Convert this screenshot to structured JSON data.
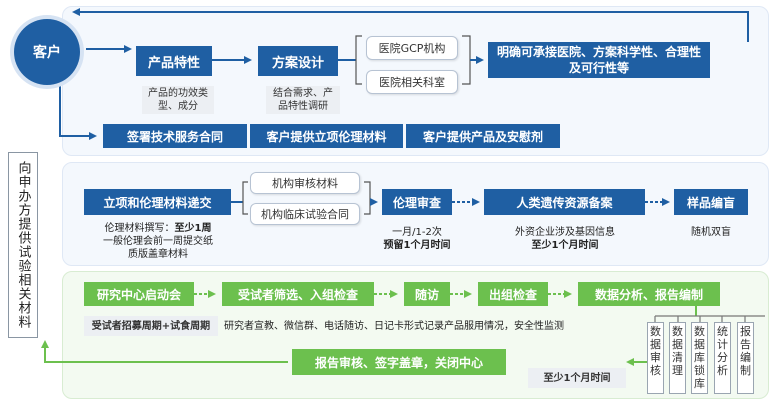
{
  "customer": "客户",
  "side_label": "向申办方提供试验相关材料",
  "panel1": {
    "product_features": "产品特性",
    "product_features_note": "产品的功效类型、成分",
    "plan_design": "方案设计",
    "plan_design_note": "结合需求、产品特性调研",
    "hospital_gcp": "医院GCP机构",
    "hospital_dept": "医院相关科室",
    "clarify": "明确可承接医院、方案科学性、合理性及可行性等",
    "contract": "签署技术服务合同",
    "ethics_materials": "客户提供立项伦理材料",
    "products_placebo": "客户提供产品及安慰剂"
  },
  "panel2": {
    "submit": "立项和伦理材料递交",
    "inst_review": "机构审核材料",
    "inst_contract": "机构临床试验合同",
    "submit_note_prefix": "伦理材料撰写：",
    "submit_note_bold": "至少1周",
    "submit_note_rest": "一般伦理会前一周提交纸质版盖章材料",
    "ethics_review": "伦理审查",
    "ethics_note1": "一月/1-2次",
    "ethics_note2": "预留1个月时间",
    "genetic": "人类遗传资源备案",
    "genetic_note1": "外资企业涉及基因信息",
    "genetic_note2": "至少1个月时间",
    "sample": "样品编盲",
    "sample_note": "随机双盲"
  },
  "panel3": {
    "kickoff": "研究中心启动会",
    "screening": "受试者筛选、入组检查",
    "followup": "随访",
    "exit_check": "出组检查",
    "analysis": "数据分析、报告编制",
    "period": "受试者招募周期+试食周期",
    "method_note": "研究者宣教、微信群、电话随访、日记卡形式记录产品服用情况，安全性监测",
    "closing": "报告审核、签字盖章，关闭中心",
    "closing_note": "至少1个月时间",
    "vboxes": [
      "数据审核",
      "数据清理",
      "数据库锁库",
      "统计分析",
      "报告编制"
    ]
  },
  "colors": {
    "navy": "#1f5fa3",
    "green": "#6cc04e",
    "arrow_blue": "#1f5fa3",
    "arrow_green": "#6cc04e"
  }
}
